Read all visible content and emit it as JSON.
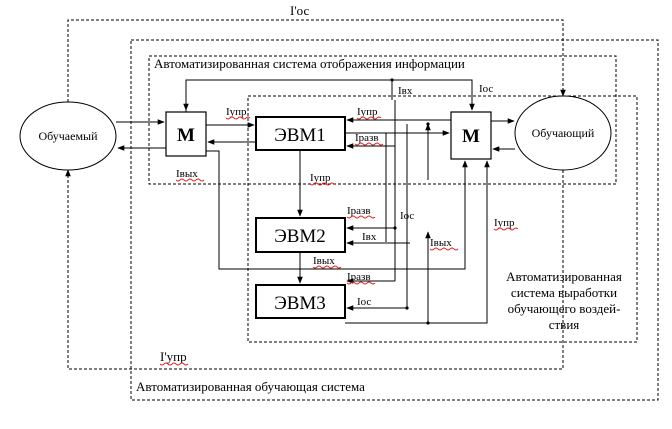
{
  "diagram": {
    "caption_ais_display": "Автоматизированная система отображения информации",
    "caption_ais_training": "Автоматизированная обучающая система",
    "caption_ais_influence": [
      "Автоматизированная",
      "система выработки",
      "обучающего воздей-",
      "ствия"
    ],
    "node_learner": "Обучаемый",
    "node_teacher": "Обучающий",
    "node_m_left": "М",
    "node_m_right": "М",
    "node_evm1": "ЭВМ1",
    "node_evm2": "ЭВМ2",
    "node_evm3": "ЭВМ3",
    "labels": {
      "i_os_prime_top": "I'ос",
      "i_upr_prime_bottom": "I'упр",
      "i_upr_left": "Iупр",
      "i_upr_right": "Iупр",
      "i_razv_1": "Iразв",
      "i_vkh_top": "Iвх",
      "i_os_top": "Iос",
      "i_vykh_left": "Iвых",
      "i_upr_mid": "Iупр",
      "i_razv_2": "Iразв",
      "i_os_mid": "Iос",
      "i_upr_far": "Iупр",
      "i_vkh_mid": "Iвх",
      "i_vykh_mid": "Iвых",
      "i_vykh_2": "Iвых",
      "i_razv_3": "Iразв",
      "i_os_bottom": "Iос"
    }
  }
}
